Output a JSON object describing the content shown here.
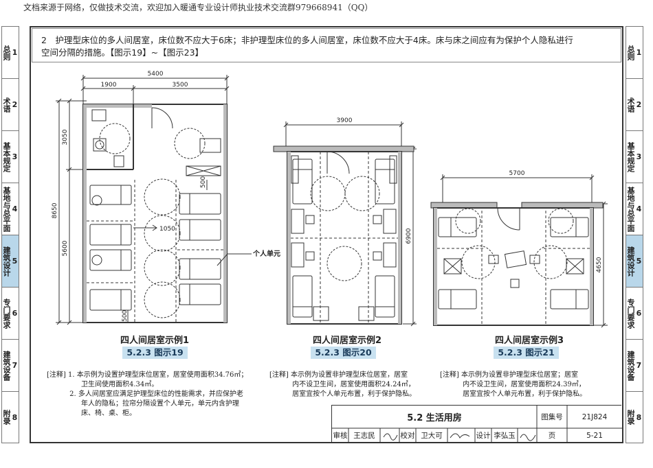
{
  "watermark": "文档来源于网络，仅做技术交流，欢迎加入暖通专业设计师执业技术交流群979668941（QQ）",
  "intro": {
    "line1": "2　护理型床位的多人间居室，床位数不应大于6床；非护理型床位的多人间居室，床位数不应大于4床。床与床之间应有为保护个人隐私进行",
    "line2": "空间分隔的措施。【图示19】~【图示23】"
  },
  "tabs": [
    {
      "num": "1",
      "label": "总则"
    },
    {
      "num": "2",
      "label": "术语"
    },
    {
      "num": "3",
      "label": "基本规定"
    },
    {
      "num": "4",
      "label": "基地与总平面"
    },
    {
      "num": "5",
      "label": "建筑设计",
      "active": true
    },
    {
      "num": "6",
      "label": "专门要求"
    },
    {
      "num": "7",
      "label": "建筑设备"
    },
    {
      "num": "8",
      "label": "附录"
    }
  ],
  "plan1": {
    "dims": {
      "total_w": "5400",
      "w1": "1900",
      "w2": "3500",
      "total_h": "8650",
      "h1": "3050",
      "h2": "5600",
      "gap": "1050",
      "v500a": "500",
      "v500b": "500"
    },
    "callout": "个人单元",
    "title": "四人间居室示例1",
    "fig": "5.2.3 图示19"
  },
  "plan2": {
    "dims": {
      "w": "3900",
      "h": "6900"
    },
    "title": "四人间居室示例2",
    "fig": "5.2.3 图示20"
  },
  "plan3": {
    "dims": {
      "w": "5700",
      "h": "4650"
    },
    "title": "四人间居室示例3",
    "fig": "5.2.3 图示21"
  },
  "notes": {
    "n1": [
      "[注释] 1. 本示例为设置护理型床位居室，居室使用面积34.76㎡；",
      "　　　　　卫生间使用面积4.34㎡。",
      "　　　 2. 多人间居室应满足护理型床位的性能需求，并应保护老",
      "　　　　　年人的隐私；拉帘分隔设置个人单元，单元内含护理",
      "　　　　　床、椅、桌、柜。"
    ],
    "n2": [
      "[注释] 本示例为设置非护理型床位居室，居室",
      "　　　 内不设卫生间，居室使用面积24.24㎡，",
      "　　　 居室宜按个人单元布置，利于保护隐私。"
    ],
    "n3": [
      "[注释] 本示例为设置非护理型床位居室；居室",
      "　　　 内不设卫生间，居室使用面积24.39㎡，",
      "　　　 居室宜按个人单元布置，利于保护隐私。"
    ]
  },
  "titleblock": {
    "section": "5.2 生活用房",
    "atlas_label": "图集号",
    "atlas_no": "21J824",
    "review_label": "审核",
    "reviewer": "王志民",
    "proof_label": "校对",
    "proofer": "卫大可",
    "design_label": "设计",
    "designer": "李弘玉",
    "page_label": "页",
    "page_no": "5-21"
  }
}
